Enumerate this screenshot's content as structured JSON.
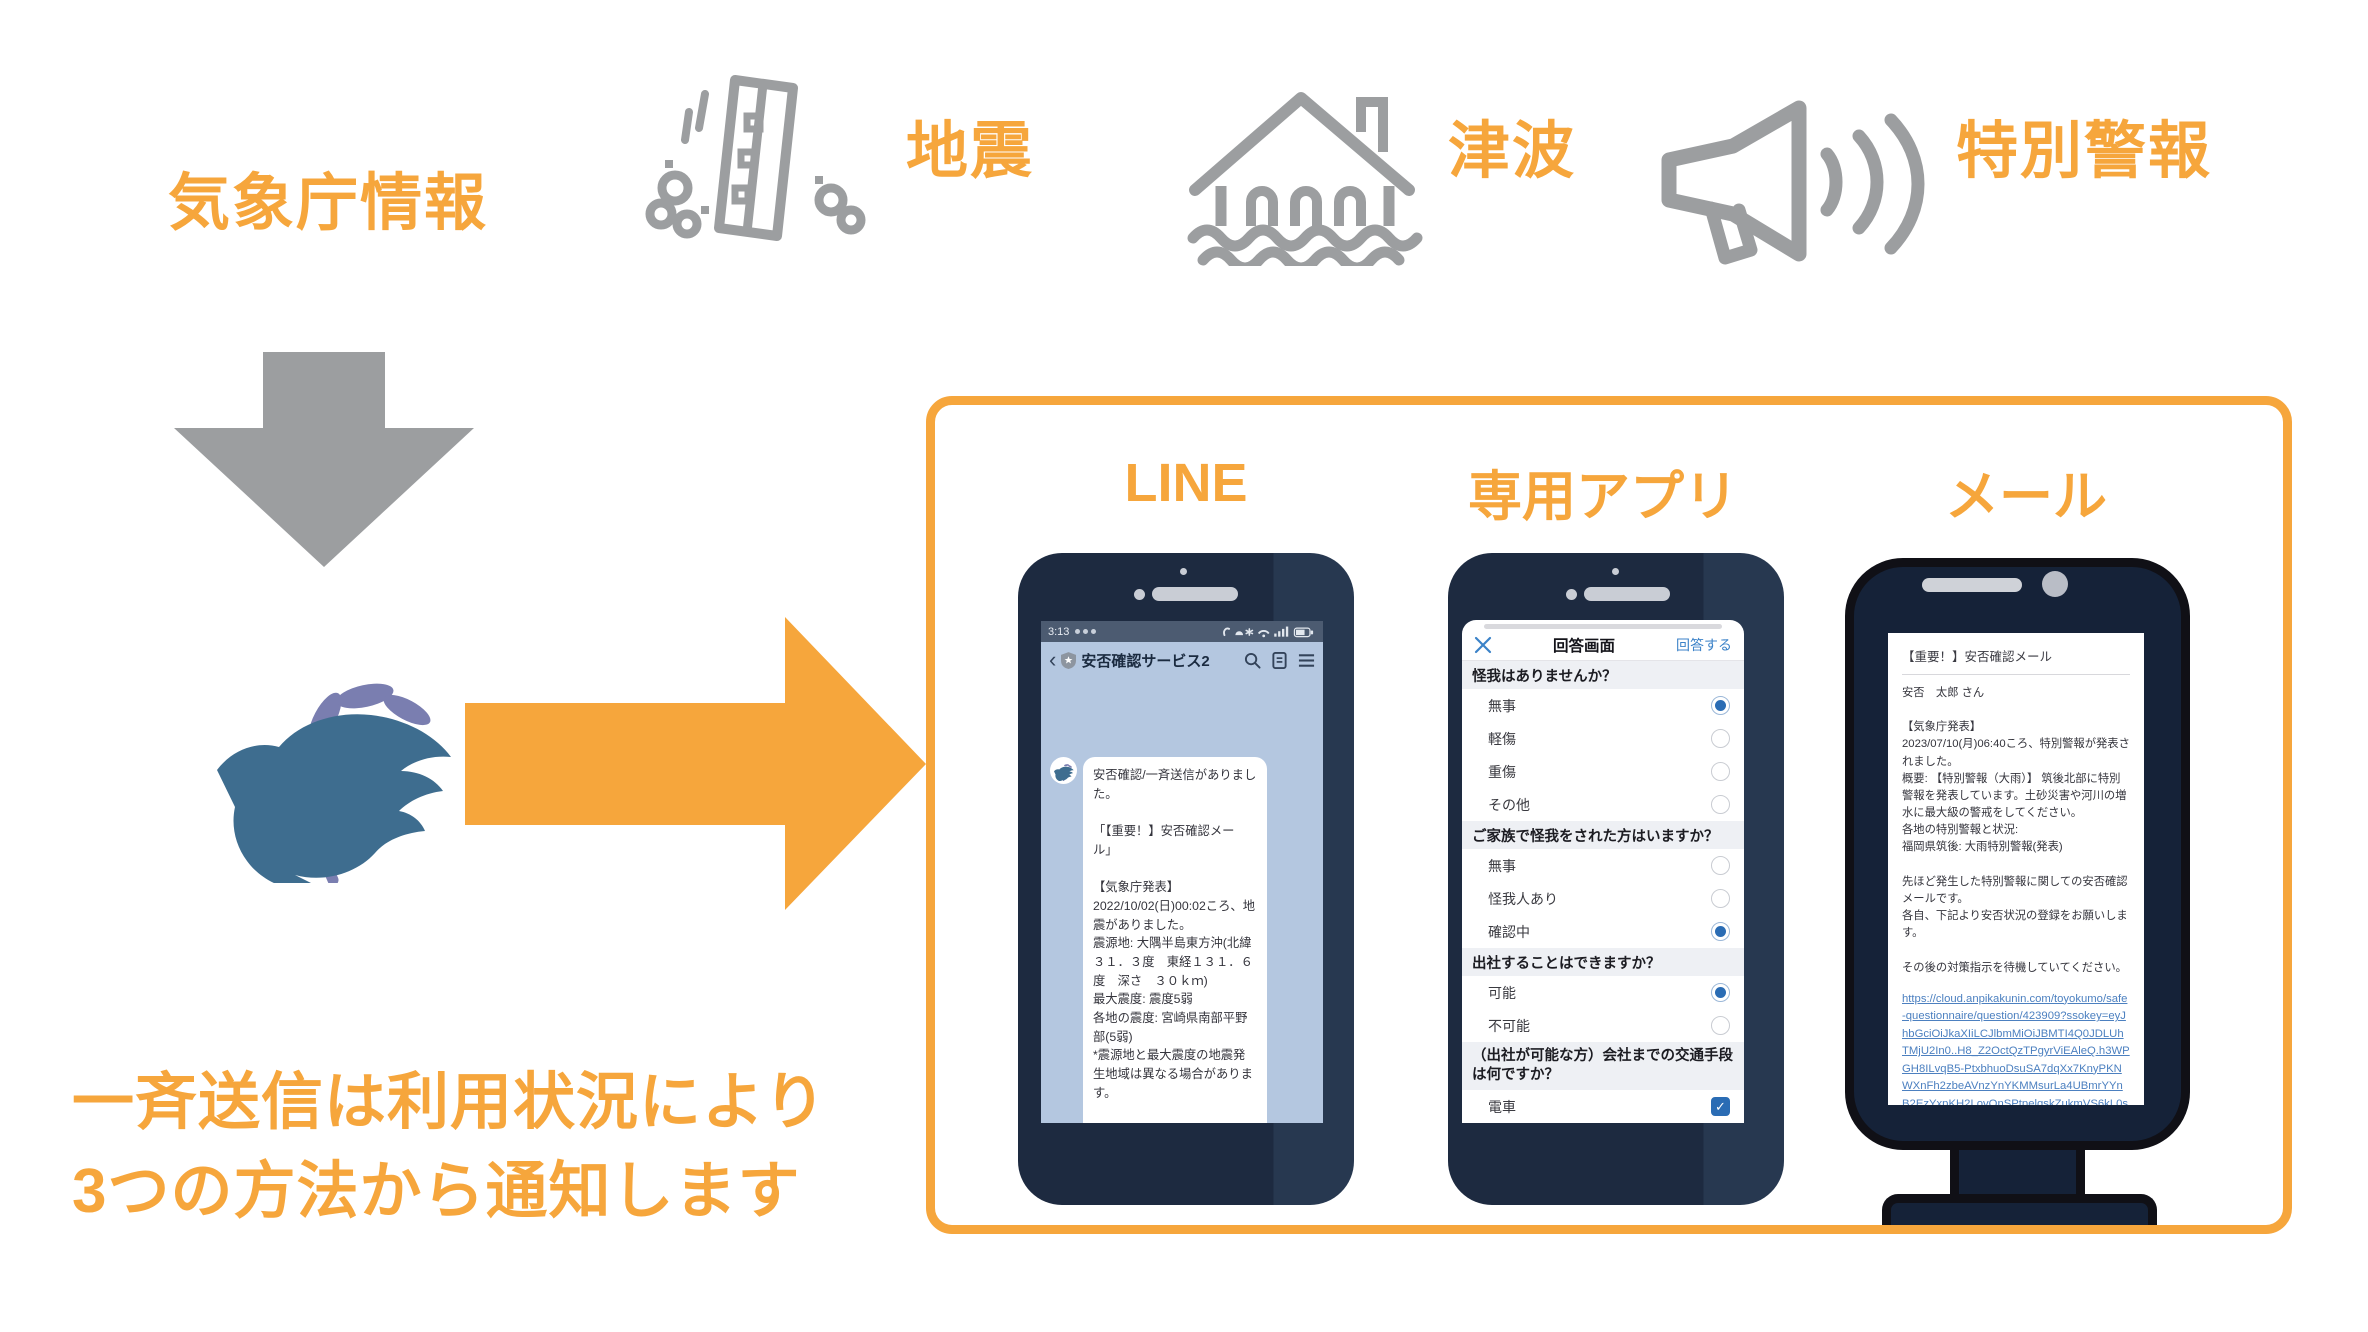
{
  "colors": {
    "accent_orange": "#F6A63C",
    "icon_gray": "#9C9EA0",
    "phone_navy": "#1D2A40",
    "line_chat_blue": "#B4C7E0",
    "line_statusbar": "#4C5B71",
    "app_accent_blue": "#2A6CB4",
    "link_blue": "#4C80C0",
    "dove_blue": "#3E6D8F",
    "branch_purple": "#7A7EB0"
  },
  "flow": {
    "source_label": "気象庁情報",
    "hazards": [
      {
        "label": "地震",
        "icon": "earthquake-icon"
      },
      {
        "label": "津波",
        "icon": "flooded-house-icon"
      },
      {
        "label": "特別警報",
        "icon": "megaphone-icon"
      }
    ],
    "caption": "一斉送信は利用状況により\n3つの方法から通知します"
  },
  "channels": {
    "line": {
      "header_label": "LINE",
      "status_time": "3:13",
      "chat_title": "安否確認サービス2",
      "message": "安否確認/一斉送信がありました。\n\n「【重要！】安否確認メール」\n\n【気象庁発表】\n2022/10/02(日)00:02ころ、地震がありました。\n震源地: 大隅半島東方沖(北緯３１．３度　東経１３１．６度　深さ　３０ｋｍ)\n最大震度: 震度5弱\n各地の震度: 宮崎県南部平野部(5弱)\n*震源地と最大震度の地震発生地域は異なる場合があります。\n\n先ほど発生した震災に関しての安否確認メールです。\n各自、下記の「回答する」より安否状況の登録をお願いします。\n\nその後の対策指示を待機していてください。"
    },
    "app": {
      "header_label": "専用アプリ",
      "screen_title": "回答画面",
      "submit_label": "回答する",
      "questions": [
        {
          "title": "怪我はありませんか？",
          "type": "radio",
          "options": [
            {
              "label": "無事",
              "selected": true
            },
            {
              "label": "軽傷",
              "selected": false
            },
            {
              "label": "重傷",
              "selected": false
            },
            {
              "label": "その他",
              "selected": false
            }
          ]
        },
        {
          "title": "ご家族で怪我をされた方はいますか？",
          "type": "radio",
          "options": [
            {
              "label": "無事",
              "selected": false
            },
            {
              "label": "怪我人あり",
              "selected": false
            },
            {
              "label": "確認中",
              "selected": true
            }
          ]
        },
        {
          "title": "出社することはできますか？",
          "type": "radio",
          "options": [
            {
              "label": "可能",
              "selected": true
            },
            {
              "label": "不可能",
              "selected": false
            }
          ]
        },
        {
          "title": "（出社が可能な方）会社までの交通手段は何ですか？",
          "type": "checkbox",
          "options": [
            {
              "label": "電車",
              "selected": true
            }
          ]
        }
      ]
    },
    "mail": {
      "header_label": "メール",
      "subject": "【重要！】安否確認メール",
      "body": "安否　太郎 さん\n\n【気象庁発表】\n2023/07/10(月)06:40ころ、特別警報が発表されました。\n概要: 【特別警報（大雨）】 筑後北部に特別警報を発表しています。土砂災害や河川の増水に最大級の警戒をしてください。\n各地の特別警報と状況:\n福岡県筑後: 大雨特別警報(発表)\n\n先ほど発生した特別警報に関しての安否確認メールです。\n各自、下記より安否状況の登録をお願いします。\n\nその後の対策指示を待機していてください。",
      "link": "https://cloud.anpikakunin.com/toyokumo/safe-questionnaire/question/423909?ssokey=eyJhbGciOiJkaXIiLCJlbmMiOiJBMTI4Q0JDLUhTMjU2In0..H8_Z2OctQzTPgyrViEAleQ.h3WPGH8ILvqB5-PtxbhuoDsuSA7dqXx7KnyPKNWXnFh2zbeAVnzYnYKMMsurLa4UBmrYYnB2EzYxpKH2LovQnSPtpelqskZukmVS6kL0srfecPh-Dxb-Tb_rMB8H8Y_"
    }
  }
}
